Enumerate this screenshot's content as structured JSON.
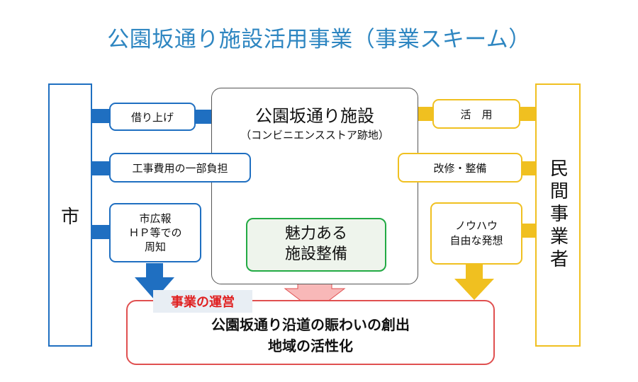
{
  "title": "公園坂通り施設活用事業（事業スキーム）",
  "city": {
    "label": "市"
  },
  "private": {
    "label": "民間事業者"
  },
  "facility": {
    "title": "公園坂通り施設",
    "subtitle": "（コンビニエンスストア跡地）"
  },
  "city_actions": {
    "borrow": "借り上げ",
    "cost": "工事費用の一部負担",
    "pr_line1": "市広報",
    "pr_line2": "ＨＰ等での",
    "pr_line3": "周知"
  },
  "private_actions": {
    "use": "活　用",
    "renovation": "改修・整備",
    "know_line1": "ノウハウ",
    "know_line2": "自由な発想"
  },
  "attract": {
    "line1": "魅力ある",
    "line2": "施設整備"
  },
  "operation_label": "事業の運営",
  "result": {
    "line1": "公園坂通り沿道の賑わいの創出",
    "line2": "地域の活性化"
  },
  "colors": {
    "title": "#2e86c1",
    "city": "#1f6fc1",
    "private": "#f0c020",
    "green": "#22aa44",
    "result_border": "#e05050",
    "result_arrow": "#f8b8b8"
  }
}
